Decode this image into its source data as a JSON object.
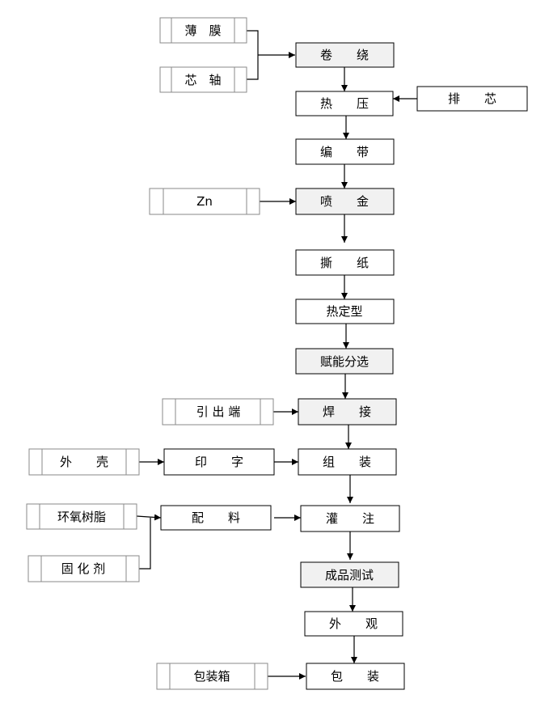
{
  "diagram": {
    "nodes": {
      "bomo": "薄　膜",
      "xinzhou": "芯　轴",
      "juanrao": "卷　　绕",
      "paixin": "排　　芯",
      "reya": "热　　压",
      "biandai": "编　　带",
      "zn": "Zn",
      "penjin": "喷　　金",
      "sizhi": "撕　　纸",
      "redingxing": "热定型",
      "funeng": "赋能分选",
      "yinchuduan": "引 出 端",
      "hanjie": "焊　　接",
      "waike": "外　　壳",
      "yinzi": "印　　字",
      "zuzhuang": "组　　装",
      "shuzhi": "环氧树脂",
      "guhuaji": "固 化 剂",
      "peiliao": "配　　料",
      "guanzhu": "灌　　注",
      "chengpin": "成品测试",
      "waiguan": "外　　观",
      "baozhuangxiang": "包装箱",
      "baozhuang": "包　　装"
    }
  }
}
